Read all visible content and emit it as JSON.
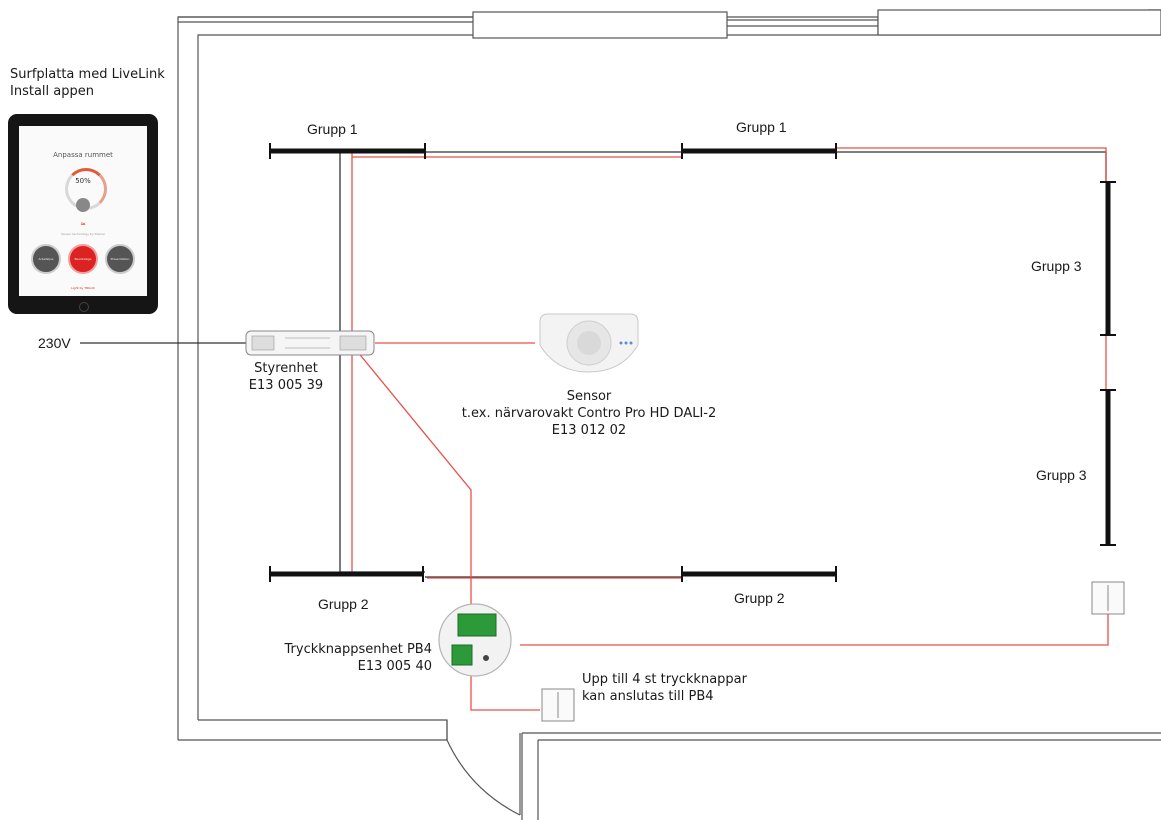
{
  "tablet": {
    "caption_line1": "Surfplatta med LiveLink",
    "caption_line2": "Install appen",
    "screen_title": "Anpassa rummet",
    "dial_value": "50%",
    "status_text": "Sensor technology by Steinel",
    "brand_text": "Light by TRILUX",
    "screen_buttons": [
      "Arbetsljus",
      "Besöksläge",
      "Presentation"
    ]
  },
  "supply": {
    "label": "230V"
  },
  "controller": {
    "name": "Styrenhet",
    "code": "E13 005 39"
  },
  "sensor": {
    "name": "Sensor",
    "description": "t.ex. närvarovakt Contro Pro HD DALI-2",
    "code": "E13 012 02"
  },
  "pushbutton_unit": {
    "name": "Tryckknappsenhet PB4",
    "code": "E13 005 40"
  },
  "pushbutton_note": {
    "line1": "Upp till  4 st tryckknappar",
    "line2": "kan anslutas till PB4"
  },
  "groups": {
    "top_left": "Grupp 1",
    "top_right": "Grupp 1",
    "right_upper": "Grupp 3",
    "right_lower": "Grupp 3",
    "bottom_left": "Grupp 2",
    "bottom_right": "Grupp 2"
  },
  "colors": {
    "wall": "#555555",
    "dali_wire": "#e8504a",
    "mains_wire": "#333333",
    "luminaire": "#111111"
  }
}
